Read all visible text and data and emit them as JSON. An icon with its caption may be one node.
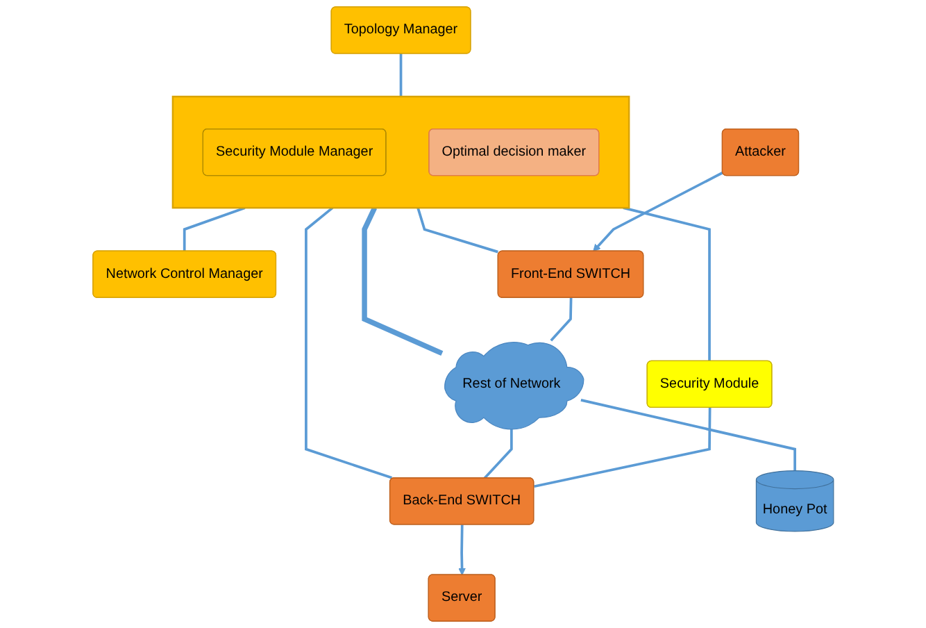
{
  "diagram": {
    "nodes": [
      {
        "text": [],
        "shape": "box"
      },
      {
        "text": [
          "Topology Manager"
        ]
      },
      {
        "text": [
          "Security Module Manager"
        ],
        "in": 0
      },
      {
        "text": [
          "Optimal decision maker"
        ],
        "in": 0
      },
      {
        "text": [
          "Network Control Manager"
        ]
      },
      {
        "text": [
          "Security Module"
        ]
      },
      {
        "text": [
          "Attacker"
        ]
      },
      {
        "text": [
          "Front-End SWITCH"
        ]
      },
      {
        "text": [
          "Rest of Network"
        ]
      },
      {
        "text": [
          "Back-End SWITCH"
        ]
      },
      {
        "text": [
          "Honey Pot"
        ]
      },
      {
        "text": [
          "Server"
        ]
      }
    ],
    "edges": [
      {
        "from": 1,
        "to": 0,
        "arrow": "none"
      },
      {
        "from": 0,
        "to": 4,
        "arrow": "none"
      },
      {
        "from": 0,
        "to": 7,
        "arrow": "none"
      },
      {
        "from": 0,
        "to": 8,
        "arrow": "none",
        "style": "thick"
      },
      {
        "from": 0,
        "to": 9,
        "arrow": "none"
      },
      {
        "from": 0,
        "to": 5,
        "arrow": "none"
      },
      {
        "from": 5,
        "to": 9,
        "arrow": "none"
      },
      {
        "from": 6,
        "to": 7,
        "arrow": "to"
      },
      {
        "from": 7,
        "to": 8,
        "arrow": "none"
      },
      {
        "from": 8,
        "to": 9,
        "arrow": "none"
      },
      {
        "from": 8,
        "to": 10,
        "arrow": "none"
      },
      {
        "from": 9,
        "to": 11,
        "arrow": "to"
      }
    ]
  }
}
